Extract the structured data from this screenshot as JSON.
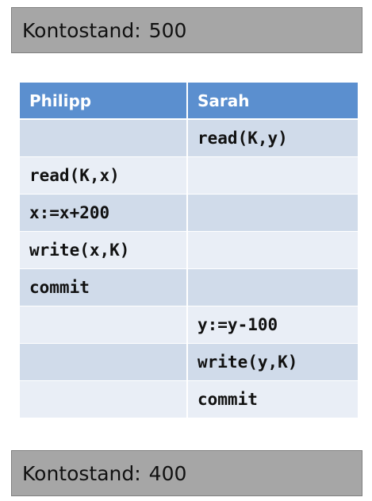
{
  "balance_before": {
    "label": "Kontostand:",
    "value": "500"
  },
  "schedule": {
    "headers": [
      "Philipp",
      "Sarah"
    ],
    "rows": [
      [
        "",
        "read(K,y)"
      ],
      [
        "read(K,x)",
        ""
      ],
      [
        "x:=x+200",
        ""
      ],
      [
        "write(x,K)",
        ""
      ],
      [
        "commit",
        ""
      ],
      [
        "",
        "y:=y-100"
      ],
      [
        "",
        "write(y,K)"
      ],
      [
        "",
        "commit"
      ]
    ]
  },
  "balance_after": {
    "label": "Kontostand:",
    "value": "400"
  }
}
